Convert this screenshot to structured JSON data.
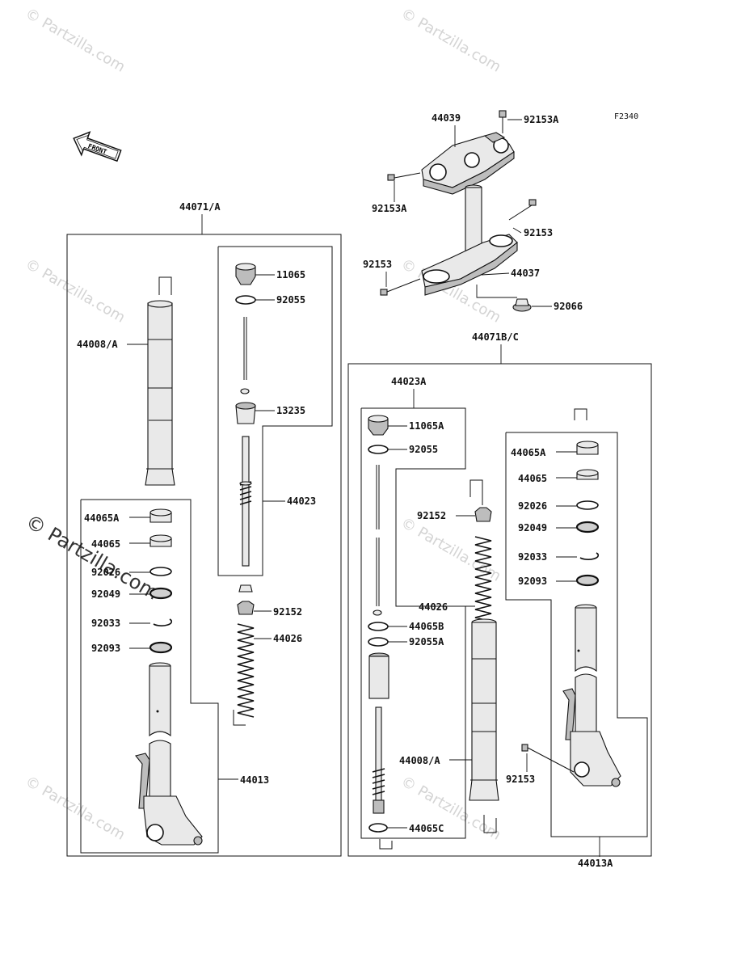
{
  "diagram_code": "F2340",
  "front_arrow_label": "FRONT",
  "watermark": "© Partzilla.com",
  "parts": {
    "p44071A": "44071/A",
    "p44008A_left": "44008/A",
    "p11065": "11065",
    "p92055_left": "92055",
    "p13235": "13235",
    "p44023": "44023",
    "p44065A_left": "44065A",
    "p44065_left": "44065",
    "p92026_left": "92026",
    "p92049_left": "92049",
    "p92033_left": "92033",
    "p92093_left": "92093",
    "p92152_left": "92152",
    "p44026_left": "44026",
    "p44013": "44013",
    "p44039": "44039",
    "p92153A_top": "92153A",
    "p92153A_left": "92153A",
    "p92153_upper": "92153",
    "p92153_lower": "92153",
    "p44037": "44037",
    "p92066": "92066",
    "p44071BC": "44071B/C",
    "p44023A": "44023A",
    "p11065A": "11065A",
    "p92055_right": "92055",
    "p92152_right": "92152",
    "p44026_right": "44026",
    "p44065B": "44065B",
    "p92055A": "92055A",
    "p44008A_right": "44008/A",
    "p44065C": "44065C",
    "p44065A_right": "44065A",
    "p44065_right": "44065",
    "p92026_right": "92026",
    "p92049_right": "92049",
    "p92033_right": "92033",
    "p92093_right": "92093",
    "p92153_right": "92153",
    "p44013A": "44013A"
  }
}
